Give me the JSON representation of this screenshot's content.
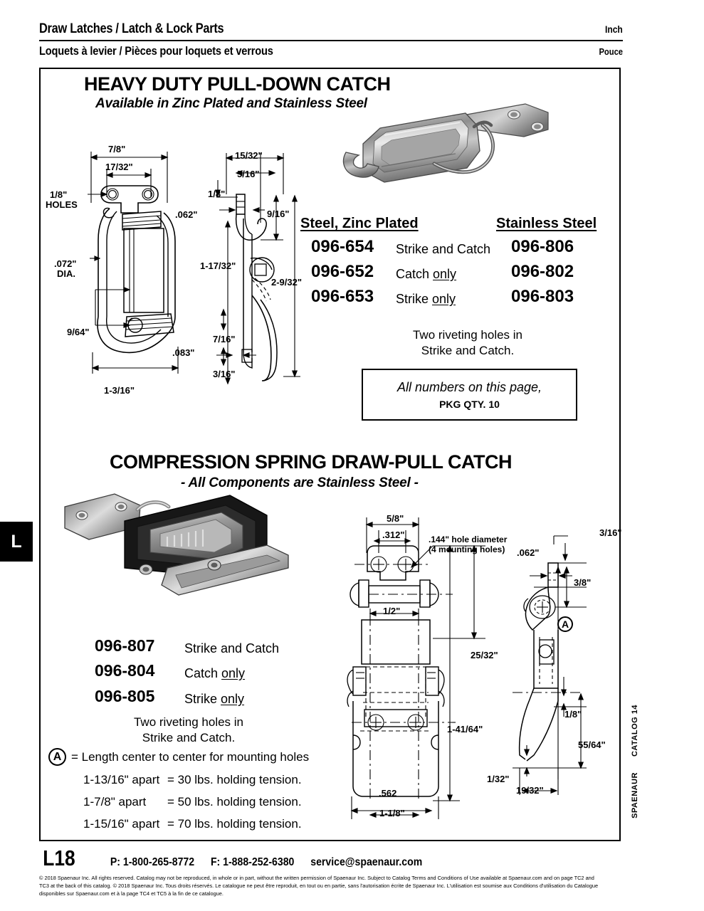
{
  "header": {
    "title": "Draw Latches / Latch & Lock Parts",
    "unit_en": "Inch",
    "subtitle_fr": "Loquets à levier / Pièces pour loquets et verrous",
    "unit_fr": "Pouce"
  },
  "tab": {
    "letter": "L"
  },
  "side": {
    "catalog": "CATALOG 14",
    "brand": "SPAENAUR"
  },
  "section1": {
    "title": "HEAVY DUTY PULL-DOWN CATCH",
    "subtitle": "Available in Zinc Plated and Stainless Steel",
    "col1_header": "Steel, Zinc Plated",
    "col2_header": "Stainless Steel",
    "rows": [
      {
        "zinc": "096-654",
        "desc": "Strike and Catch",
        "desc_plain": "Strike and Catch",
        "desc_underline": "",
        "stainless": "096-806"
      },
      {
        "zinc": "096-652",
        "desc": "Catch only",
        "desc_plain": "Catch ",
        "desc_underline": "only",
        "stainless": "096-802"
      },
      {
        "zinc": "096-653",
        "desc": "Strike only",
        "desc_plain": "Strike ",
        "desc_underline": "only",
        "stainless": "096-803"
      }
    ],
    "note_line1": "Two riveting holes in",
    "note_line2": "Strike and Catch.",
    "pkg_line1": "All numbers on this page,",
    "pkg_line2": "PKG QTY. 10",
    "dims": {
      "d_7_8": "7/8\"",
      "d_17_32": "17/32\"",
      "d_holes_1": "1/8\"",
      "d_holes_2": "HOLES",
      "d_072": ".072\"",
      "d_dia": "DIA.",
      "d_9_64": "9/64\"",
      "d_1_3_16": "1-3/16\"",
      "d_15_32": "15/32\"",
      "d_5_16": "5/16\"",
      "d_1_8": "1/8\"",
      "d_062": ".062\"",
      "d_9_16": "9/16\"",
      "d_1_17_32": "1-17/32\"",
      "d_2_9_32": "2-9/32\"",
      "d_7_16": "7/16\"",
      "d_083": ".083\"",
      "d_3_16": "3/16\""
    }
  },
  "section2": {
    "title": "COMPRESSION SPRING DRAW-PULL CATCH",
    "subtitle": "- All Components are Stainless Steel -",
    "rows": [
      {
        "pn": "096-807",
        "desc_plain": "Strike and Catch",
        "desc_underline": ""
      },
      {
        "pn": "096-804",
        "desc_plain": "Catch ",
        "desc_underline": "only"
      },
      {
        "pn": "096-805",
        "desc_plain": "Strike ",
        "desc_underline": "only"
      }
    ],
    "note_line1": "Two riveting holes in",
    "note_line2": "Strike and Catch.",
    "a_badge": "A",
    "a_legend": "= Length center to center for mounting holes",
    "tension": [
      {
        "dist": "1-13/16\" apart",
        "value": "= 30 lbs. holding tension."
      },
      {
        "dist": "1-7/8\" apart",
        "value": "= 50 lbs. holding tension."
      },
      {
        "dist": "1-15/16\" apart",
        "value": "= 70 lbs. holding tension."
      }
    ],
    "dims": {
      "d_5_8": "5/8\"",
      "d_312": ".312\"",
      "d_hole_1": ".144\" hole diameter",
      "d_hole_2": "(4 mounting holes)",
      "d_1_2": "1/2\"",
      "d_25_32": "25/32\"",
      "d_1_41_64": "1-41/64\"",
      "d_562": ".562",
      "d_1_1_8": "1-1/8\"",
      "d_3_16": "3/16\"",
      "d_062": ".062\"",
      "d_3_8": "3/8\"",
      "d_a": "A",
      "d_1_8": "1/8\"",
      "d_55_64": "55/64\"",
      "d_1_32": "1/32\"",
      "d_19_32": "19/32\""
    }
  },
  "footer": {
    "page": "L18",
    "phone": "P: 1-800-265-8772",
    "fax": "F: 1-888-252-6380",
    "email": "service@spaenaur.com",
    "legal_en_1": "© 2018 Spaenaur Inc. All rights reserved. Catalog may not be reproduced, in whole or in part, without the written permission of Spaenaur Inc. Subject to Catalog Terms and Conditions of Use available at Spaenaur.com and on page TC2 and",
    "legal_en_2": "TC3 at the back of this catalog. © 2018 Spaenaur Inc. Tous droits réservés. Le catalogue ne peut être reproduit, en tout ou en partie, sans l'autorisation écrite de Spaenaur Inc. L'utilisation est soumise aux Conditions d'utilisation du Catalogue",
    "legal_en_3": "disponibles sur Spaenaur.com et à la page TC4 et TC5 à la fin de ce catalogue."
  }
}
